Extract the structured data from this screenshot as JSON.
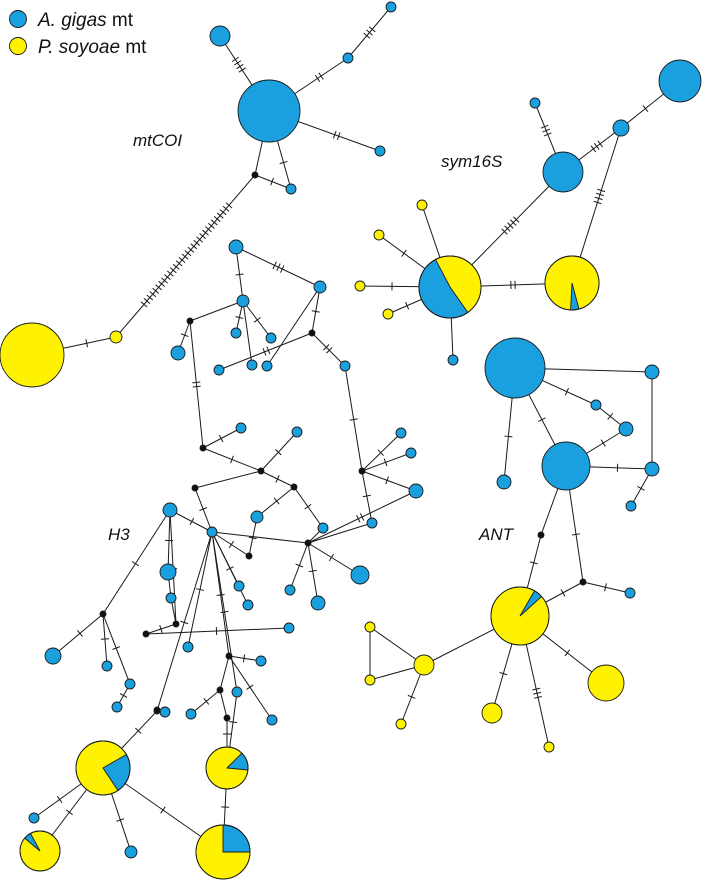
{
  "colors": {
    "gigas": "#1ba0df",
    "soyoae": "#fff200",
    "hidden": "#111111",
    "stroke": "#1a1a1a"
  },
  "legend": [
    {
      "key": "gigas",
      "italic": "A. gigas",
      "suffix": " mt"
    },
    {
      "key": "soyoae",
      "italic": "P. soyoae",
      "suffix": " mt"
    }
  ],
  "labels": {
    "mtcoi": "mtCOI",
    "sym16s": "sym16S",
    "h3": "H3",
    "ant": "ANT"
  }
}
